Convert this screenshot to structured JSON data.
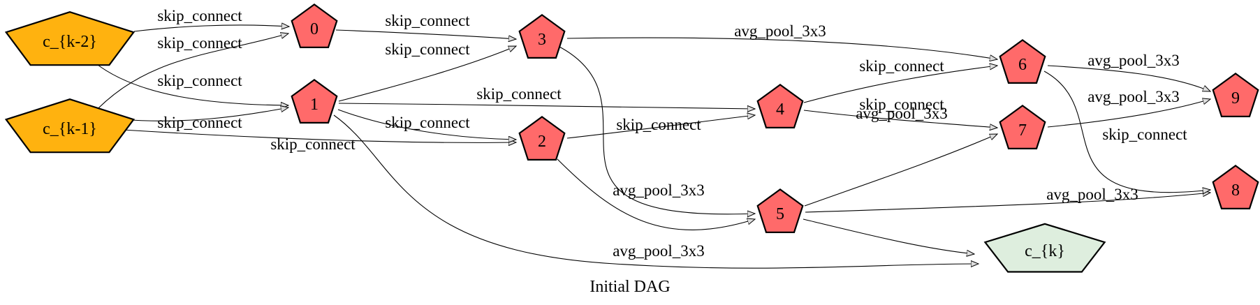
{
  "title": "Initial DAG",
  "colors": {
    "input_fill": "#FFB20F",
    "op_fill": "#FF6A6A",
    "output_fill": "#DEEEDE",
    "stroke": "#000000"
  },
  "nodes": [
    {
      "id": "ck2",
      "label": "c_{k-2}",
      "kind": "input"
    },
    {
      "id": "ck1",
      "label": "c_{k-1}",
      "kind": "input"
    },
    {
      "id": "n0",
      "label": "0",
      "kind": "op"
    },
    {
      "id": "n1",
      "label": "1",
      "kind": "op"
    },
    {
      "id": "n2",
      "label": "2",
      "kind": "op"
    },
    {
      "id": "n3",
      "label": "3",
      "kind": "op"
    },
    {
      "id": "n4",
      "label": "4",
      "kind": "op"
    },
    {
      "id": "n5",
      "label": "5",
      "kind": "op"
    },
    {
      "id": "n6",
      "label": "6",
      "kind": "op"
    },
    {
      "id": "n7",
      "label": "7",
      "kind": "op"
    },
    {
      "id": "n8",
      "label": "8",
      "kind": "op"
    },
    {
      "id": "n9",
      "label": "9",
      "kind": "op"
    },
    {
      "id": "ck",
      "label": "c_{k}",
      "kind": "output"
    }
  ],
  "edges": [
    {
      "from": "ck2",
      "to": "n0",
      "label": "skip_connect"
    },
    {
      "from": "ck1",
      "to": "n0",
      "label": "skip_connect"
    },
    {
      "from": "ck2",
      "to": "n1",
      "label": "skip_connect"
    },
    {
      "from": "ck1",
      "to": "n1",
      "label": "skip_connect"
    },
    {
      "from": "ck1",
      "to": "n2",
      "label": "skip_connect"
    },
    {
      "from": "n0",
      "to": "n3",
      "label": "skip_connect"
    },
    {
      "from": "n1",
      "to": "n3",
      "label": "skip_connect"
    },
    {
      "from": "n1",
      "to": "n4",
      "label": "skip_connect"
    },
    {
      "from": "n1",
      "to": "n2",
      "label": "skip_connect"
    },
    {
      "from": "n1",
      "to": "ck",
      "label": ""
    },
    {
      "from": "n2",
      "to": "n4",
      "label": "skip_connect"
    },
    {
      "from": "n2",
      "to": "n5",
      "label": "avg_pool_3x3"
    },
    {
      "from": "n3",
      "to": "n6",
      "label": "avg_pool_3x3"
    },
    {
      "from": "n3",
      "to": "n5",
      "label": "avg_pool_3x3"
    },
    {
      "from": "n4",
      "to": "n6",
      "label": "skip_connect"
    },
    {
      "from": "n4",
      "to": "n7",
      "label": "skip_connect"
    },
    {
      "from": "n5",
      "to": "n7",
      "label": "avg_pool_3x3"
    },
    {
      "from": "n5",
      "to": "n8",
      "label": "avg_pool_3x3"
    },
    {
      "from": "n5",
      "to": "ck",
      "label": ""
    },
    {
      "from": "n6",
      "to": "n9",
      "label": "avg_pool_3x3"
    },
    {
      "from": "n6",
      "to": "n8",
      "label": "skip_connect"
    },
    {
      "from": "n7",
      "to": "n9",
      "label": "avg_pool_3x3"
    }
  ]
}
